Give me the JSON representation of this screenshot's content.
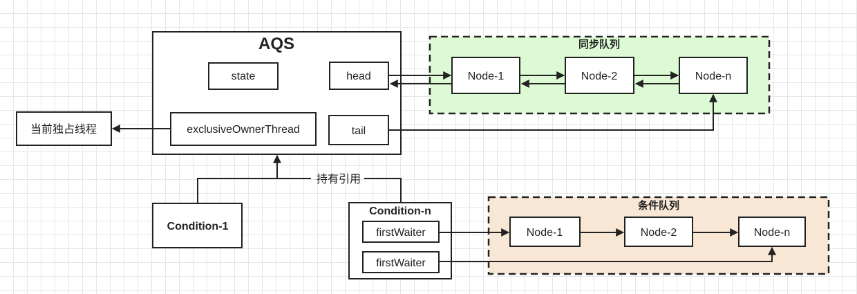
{
  "aqs": {
    "title": "AQS",
    "state": "state",
    "head": "head",
    "tail": "tail",
    "exclusive_owner": "exclusiveOwnerThread"
  },
  "current_thread": "当前独占线程",
  "hold_ref": "持有引用",
  "sync_queue": {
    "title": "同步队列",
    "nodes": [
      "Node-1",
      "Node-2",
      "Node-n"
    ],
    "fill": "#dcfbd4"
  },
  "condition_queue": {
    "title": "条件队列",
    "nodes": [
      "Node-1",
      "Node-2",
      "Node-n"
    ],
    "fill": "#f9e7d6"
  },
  "condition_1": "Condition-1",
  "condition_n": {
    "title": "Condition-n",
    "first_waiter": "firstWaiter",
    "last_waiter": "firstWaiter"
  },
  "colors": {
    "head_fill": "#fbe5d3",
    "tail_fill": "#d8fcff",
    "stroke": "#222222"
  }
}
